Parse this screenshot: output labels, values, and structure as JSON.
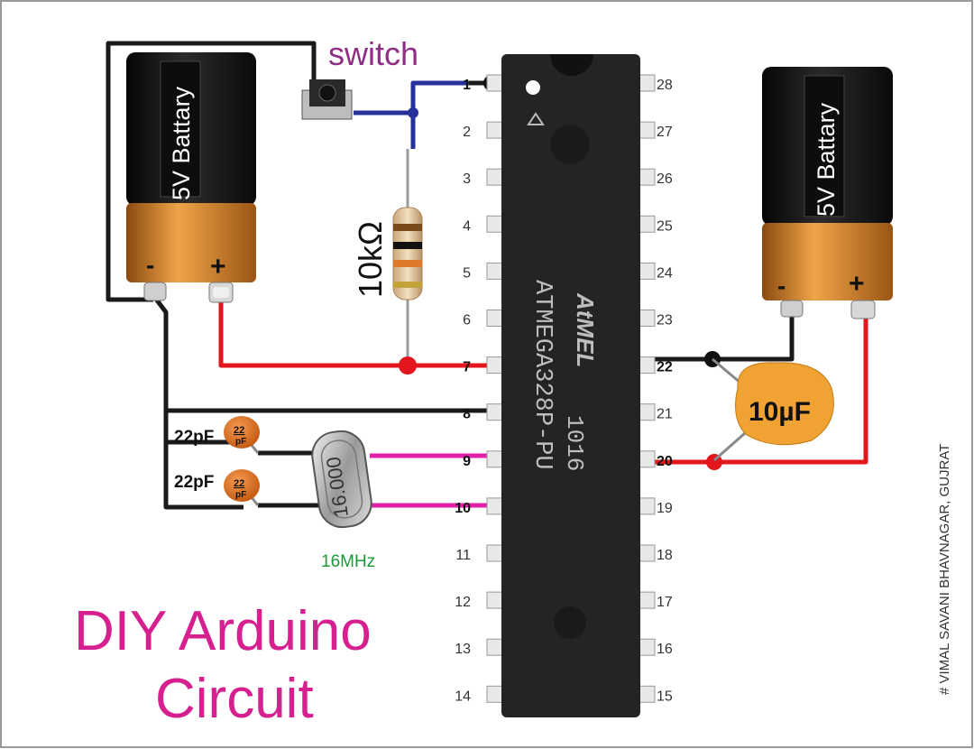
{
  "colors": {
    "wire_black": "#1a1a1a",
    "wire_red": "#e3161e",
    "wire_blue": "#27319b",
    "wire_magenta": "#e21fa8",
    "title": "#d6208f",
    "switch_label": "#8e2e84",
    "crystal_label": "#1a9a3a"
  },
  "title": {
    "line1": "DIY Arduino",
    "line2": "Circuit"
  },
  "labels": {
    "switch": "switch",
    "resistor": "10kΩ",
    "crystal_freq": "16MHz",
    "crystal_marking": "16.000",
    "cap_left_top": "22pF",
    "cap_left_bottom": "22pF",
    "cap_marking_value": "22",
    "cap_marking_unit": "pF",
    "cap_right": "10µF",
    "credit": "# VIMAL SAVANI  BHAVNAGAR, GUJRAT"
  },
  "battery_left": {
    "label": "5V Battary",
    "minus": "-",
    "plus": "+"
  },
  "battery_right": {
    "label": "5V Battary",
    "minus": "-",
    "plus": "+"
  },
  "chip": {
    "brand": "AtMEL",
    "part": "ATMEGA328P-PU",
    "code": "1016",
    "pins_left": [
      "1",
      "2",
      "3",
      "4",
      "5",
      "6",
      "7",
      "8",
      "9",
      "10",
      "11",
      "12",
      "13",
      "14"
    ],
    "pins_right": [
      "28",
      "27",
      "26",
      "25",
      "24",
      "23",
      "22",
      "21",
      "20",
      "19",
      "18",
      "17",
      "16",
      "15"
    ]
  }
}
